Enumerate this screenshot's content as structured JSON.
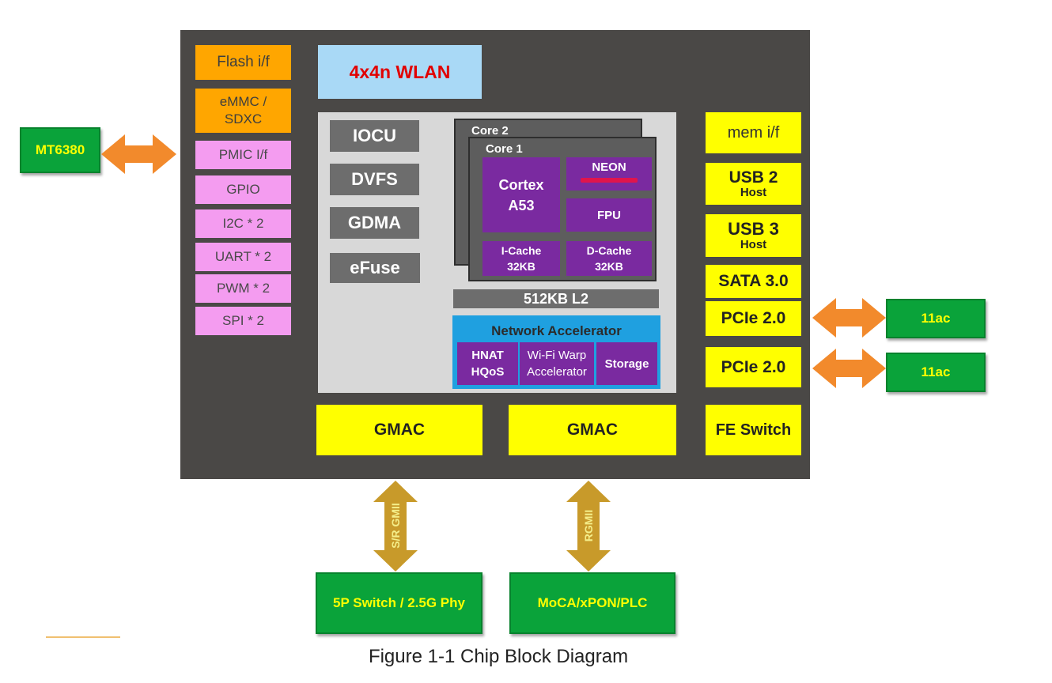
{
  "left_interfaces": {
    "flash": "Flash i/f",
    "emmc_line1": "eMMC /",
    "emmc_line2": "SDXC",
    "pmic": "PMIC I/f",
    "gpio": "GPIO",
    "i2c": "I2C * 2",
    "uart": "UART * 2",
    "pwm": "PWM * 2",
    "spi": "SPI * 2"
  },
  "wlan": "4x4n WLAN",
  "system_blocks": {
    "iocu": "IOCU",
    "dvfs": "DVFS",
    "gdma": "GDMA",
    "efuse": "eFuse"
  },
  "cpu": {
    "core2": "Core 2",
    "core1": "Core 1",
    "cortex_line1": "Cortex",
    "cortex_line2": "A53",
    "neon": "NEON",
    "fpu": "FPU",
    "icache_line1": "I-Cache",
    "icache_line2": "32KB",
    "dcache_line1": "D-Cache",
    "dcache_line2": "32KB",
    "l2": "512KB L2"
  },
  "network_accelerator": {
    "title": "Network Accelerator",
    "hnat_line1": "HNAT",
    "hnat_line2": "HQoS",
    "wifi_line1": "Wi-Fi Warp",
    "wifi_line2": "Accelerator",
    "storage": "Storage"
  },
  "right_interfaces": {
    "mem": "mem i/f",
    "usb2": "USB 2",
    "usb2_sub": "Host",
    "usb3": "USB 3",
    "usb3_sub": "Host",
    "sata": "SATA 3.0",
    "pcie_a": "PCIe 2.0",
    "pcie_b": "PCIe 2.0",
    "fe_switch": "FE Switch"
  },
  "gmac": {
    "left": "GMAC",
    "right": "GMAC"
  },
  "external": {
    "mt6380": "MT6380",
    "ac_a": "11ac",
    "ac_b": "11ac",
    "switch_phy": "5P Switch / 2.5G Phy",
    "moca": "MoCA/xPON/PLC"
  },
  "links": {
    "left_label": "S/R GMII",
    "right_label": "RGMII"
  },
  "caption": "Figure 1-1 Chip Block Diagram",
  "colors": {
    "chip_bg": "#4a4846",
    "interface_yellow": "#ffff00",
    "external_green": "#0aa33a",
    "arrow_orange": "#f28a2c",
    "arrow_gold": "#c89a2a",
    "core_purple": "#7a2aa0"
  }
}
